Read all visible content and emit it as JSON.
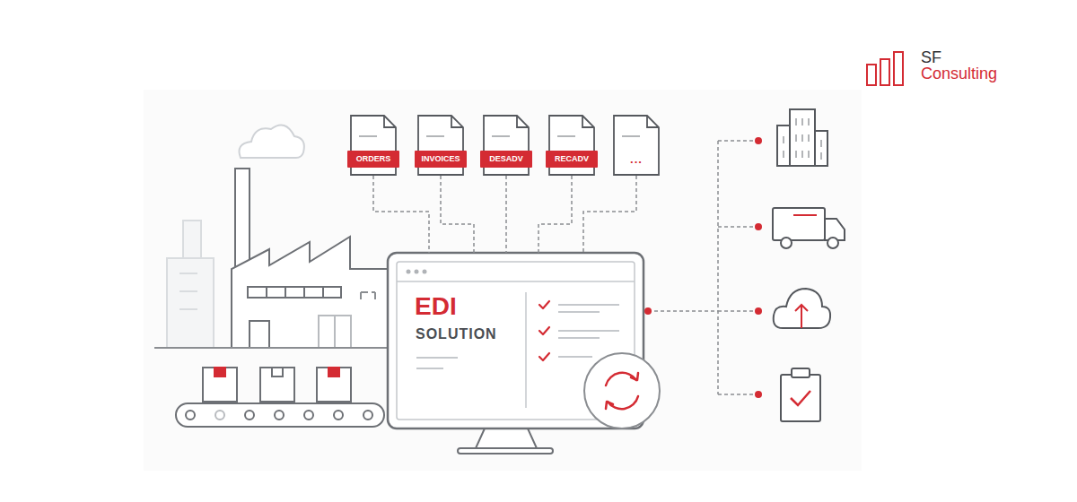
{
  "diagram": {
    "nodes": [
      {
        "text": [
          "ORDERS"
        ]
      },
      {
        "text": [
          "INVOICES"
        ]
      },
      {
        "text": [
          "DESADV"
        ]
      },
      {
        "text": [
          "RECADV"
        ]
      },
      {
        "text": [
          "..."
        ]
      },
      {
        "text": [
          "EDI",
          "SOLUTION"
        ]
      }
    ],
    "edges": [
      {
        "from": 0,
        "to": 5,
        "arrow": "none"
      },
      {
        "from": 1,
        "to": 5,
        "arrow": "none"
      },
      {
        "from": 2,
        "to": 5,
        "arrow": "none"
      },
      {
        "from": 3,
        "to": 5,
        "arrow": "none"
      },
      {
        "from": 4,
        "to": 5,
        "arrow": "none"
      }
    ],
    "labels": [
      "SF Consulting"
    ]
  }
}
